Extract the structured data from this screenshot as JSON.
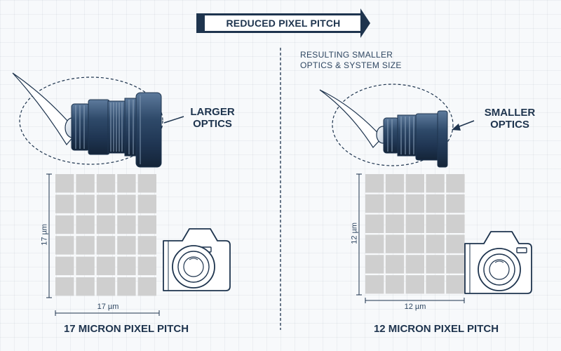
{
  "banner": {
    "text": "REDUCED PIXEL PITCH"
  },
  "note": {
    "line1": "RESULTING SMALLER",
    "line2": "OPTICS & SYSTEM SIZE"
  },
  "left": {
    "optics_line1": "LARGER",
    "optics_line2": "OPTICS",
    "grid_height": "17 µm",
    "grid_width": "17 µm",
    "pitch_label": "17 MICRON PIXEL PITCH"
  },
  "right": {
    "optics_line1": "SMALLER",
    "optics_line2": "OPTICS",
    "grid_height": "12 µm",
    "grid_width": "12 µm",
    "pitch_label": "12 MICRON PIXEL PITCH"
  },
  "colors": {
    "navy": "#1e344e",
    "pixel": "#cfcfcf",
    "lens_body": "#2f4a6a"
  }
}
